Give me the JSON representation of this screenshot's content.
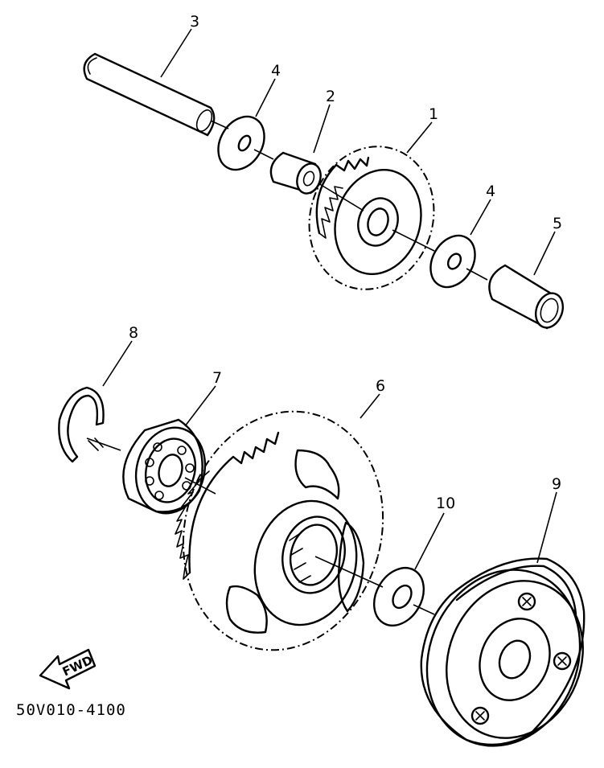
{
  "diagram": {
    "callouts": [
      "1",
      "2",
      "3",
      "4",
      "4",
      "5",
      "6",
      "7",
      "8",
      "9",
      "10"
    ],
    "direction_arrow": {
      "label": "FWD",
      "icon": "forward-arrow-icon"
    },
    "drawing_code": "50V010-4100"
  }
}
